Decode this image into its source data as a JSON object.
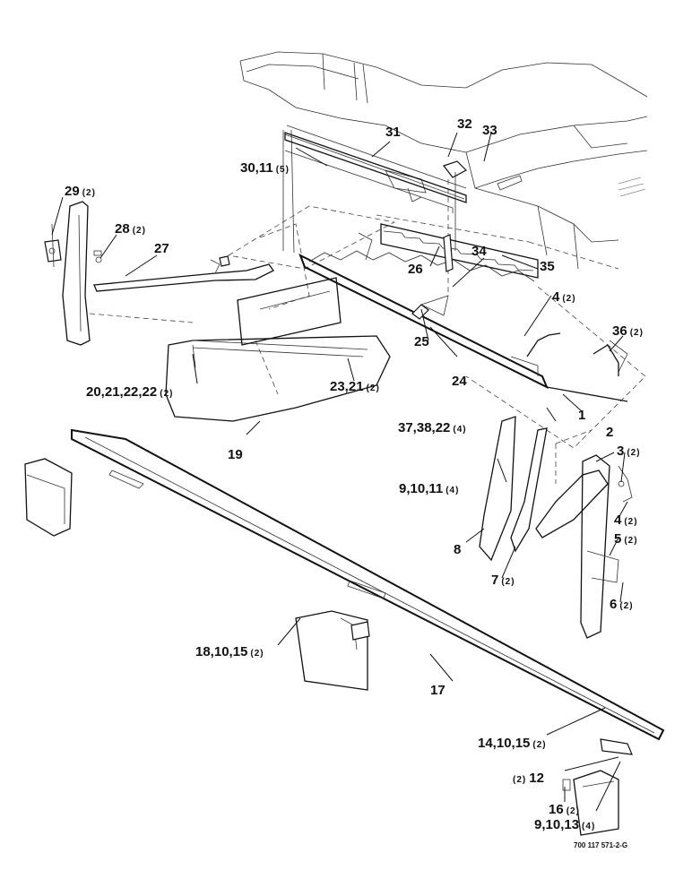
{
  "callouts": [
    {
      "id": "c1",
      "label": "1",
      "qty": ""
    },
    {
      "id": "c2",
      "label": "2",
      "qty": ""
    },
    {
      "id": "c3",
      "label": "3",
      "qty": "(2)"
    },
    {
      "id": "c4a",
      "label": "4",
      "qty": "(2)"
    },
    {
      "id": "c4b",
      "label": "4",
      "qty": "(2)"
    },
    {
      "id": "c5",
      "label": "5",
      "qty": "(2)"
    },
    {
      "id": "c6",
      "label": "6",
      "qty": "(2)"
    },
    {
      "id": "c7",
      "label": "7",
      "qty": "(2)"
    },
    {
      "id": "c8",
      "label": "8",
      "qty": ""
    },
    {
      "id": "c9a",
      "label": "9,10,11",
      "qty": "(4)"
    },
    {
      "id": "c9b",
      "label": "9,10,13",
      "qty": "(4)"
    },
    {
      "id": "c12",
      "label": "12",
      "qty": "(2)"
    },
    {
      "id": "c14",
      "label": "14,10,15",
      "qty": "(2)"
    },
    {
      "id": "c16",
      "label": "16",
      "qty": "(2)"
    },
    {
      "id": "c17",
      "label": "17",
      "qty": ""
    },
    {
      "id": "c18",
      "label": "18,10,15",
      "qty": "(2)"
    },
    {
      "id": "c19",
      "label": "19",
      "qty": ""
    },
    {
      "id": "c20",
      "label": "20,21,22,22",
      "qty": "(2)"
    },
    {
      "id": "c23",
      "label": "23,21",
      "qty": "(2)"
    },
    {
      "id": "c24",
      "label": "24",
      "qty": ""
    },
    {
      "id": "c25",
      "label": "25",
      "qty": ""
    },
    {
      "id": "c26",
      "label": "26",
      "qty": ""
    },
    {
      "id": "c27",
      "label": "27",
      "qty": ""
    },
    {
      "id": "c28",
      "label": "28",
      "qty": "(2)"
    },
    {
      "id": "c29",
      "label": "29",
      "qty": "(2)"
    },
    {
      "id": "c30",
      "label": "30,11",
      "qty": "(5)"
    },
    {
      "id": "c31",
      "label": "31",
      "qty": ""
    },
    {
      "id": "c32",
      "label": "32",
      "qty": ""
    },
    {
      "id": "c33",
      "label": "33",
      "qty": ""
    },
    {
      "id": "c34",
      "label": "34",
      "qty": ""
    },
    {
      "id": "c35",
      "label": "35",
      "qty": ""
    },
    {
      "id": "c36",
      "label": "36",
      "qty": "(2)"
    },
    {
      "id": "c37",
      "label": "37,38,22",
      "qty": "(4)"
    }
  ],
  "drawing_number": "700 117 571-2-G"
}
